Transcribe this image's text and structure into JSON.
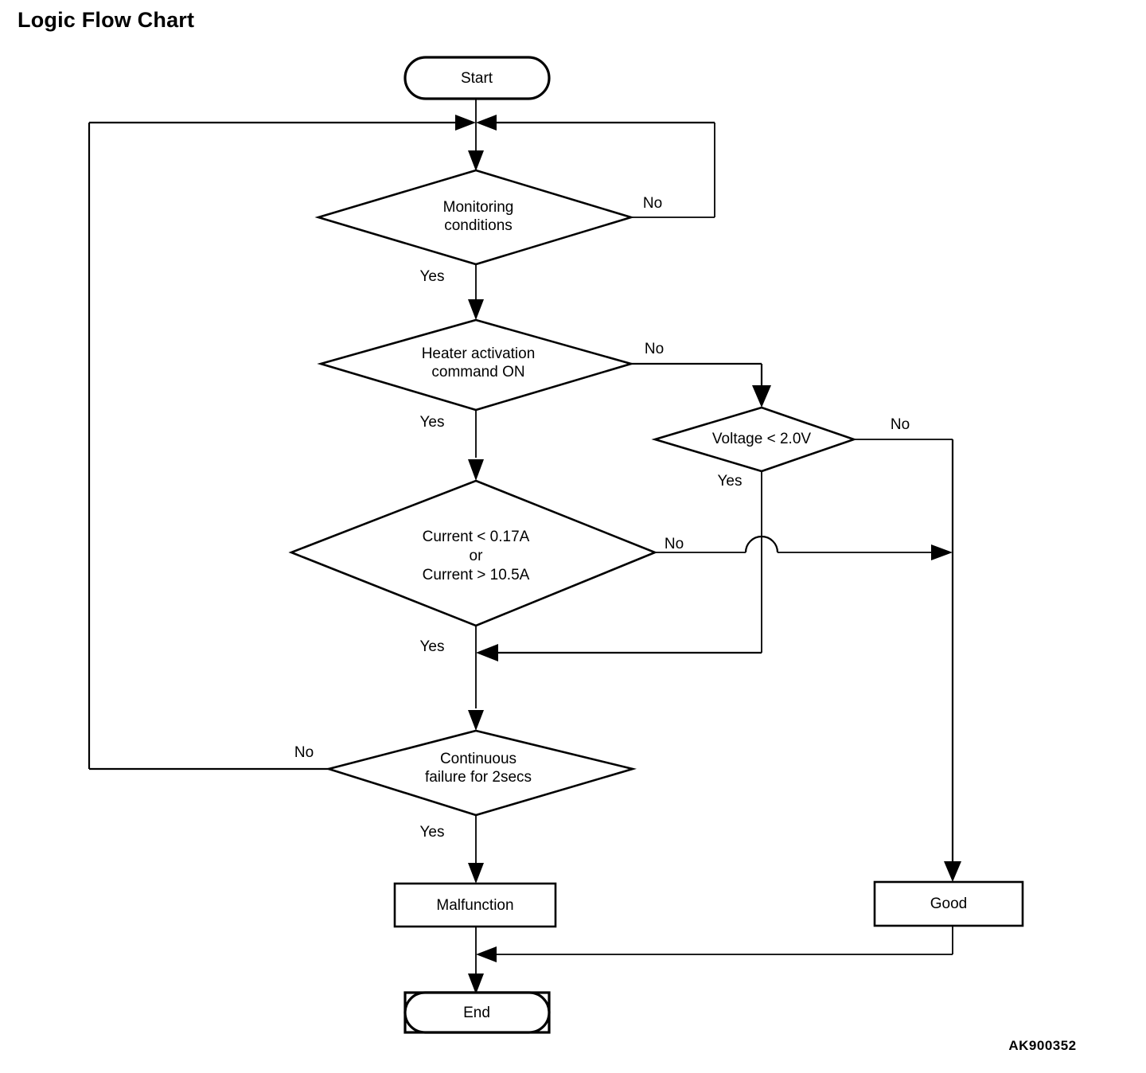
{
  "title": "Logic Flow Chart",
  "figure_code": "AK900352",
  "nodes": {
    "start": {
      "label": "Start",
      "shape": "terminator"
    },
    "monitoring": {
      "label_line1": "Monitoring",
      "label_line2": "conditions",
      "shape": "decision"
    },
    "heater": {
      "label_line1": "Heater activation",
      "label_line2": "command ON",
      "shape": "decision"
    },
    "current": {
      "label_line1": "Current < 0.17A",
      "label_line2": "or",
      "label_line3": "Current > 10.5A",
      "shape": "decision"
    },
    "voltage": {
      "label_line1": "Voltage < 2.0V",
      "shape": "decision"
    },
    "continuous": {
      "label_line1": "Continuous",
      "label_line2": "failure for 2secs",
      "shape": "decision"
    },
    "malfunction": {
      "label": "Malfunction",
      "shape": "process"
    },
    "good": {
      "label": "Good",
      "shape": "process"
    },
    "end": {
      "label": "End",
      "shape": "terminator"
    }
  },
  "edge_labels": {
    "monitoring_no": "No",
    "monitoring_yes": "Yes",
    "heater_no": "No",
    "heater_yes": "Yes",
    "voltage_no": "No",
    "voltage_yes": "Yes",
    "current_no": "No",
    "current_yes": "Yes",
    "continuous_no": "No",
    "continuous_yes": "Yes"
  },
  "colors": {
    "stroke": "#000000",
    "fill": "#ffffff",
    "text": "#000000"
  },
  "chart_data": {
    "type": "diagram",
    "title": "Logic Flow Chart",
    "diagram_kind": "flowchart",
    "steps": [
      {
        "id": "start",
        "type": "terminator",
        "text": "Start"
      },
      {
        "id": "monitoring",
        "type": "decision",
        "text": "Monitoring conditions",
        "yes": "heater",
        "no": "start_junction"
      },
      {
        "id": "heater",
        "type": "decision",
        "text": "Heater activation command ON",
        "yes": "current",
        "no": "voltage"
      },
      {
        "id": "current",
        "type": "decision",
        "text": "Current < 0.17A or Current > 10.5A",
        "yes": "continuous",
        "no": "good"
      },
      {
        "id": "voltage",
        "type": "decision",
        "text": "Voltage < 2.0V",
        "yes": "continuous",
        "no": "good"
      },
      {
        "id": "continuous",
        "type": "decision",
        "text": "Continuous failure for 2secs",
        "yes": "malfunction",
        "no": "start_junction"
      },
      {
        "id": "malfunction",
        "type": "process",
        "text": "Malfunction",
        "next": "end"
      },
      {
        "id": "good",
        "type": "process",
        "text": "Good",
        "next": "end"
      },
      {
        "id": "end",
        "type": "terminator",
        "text": "End"
      }
    ]
  }
}
